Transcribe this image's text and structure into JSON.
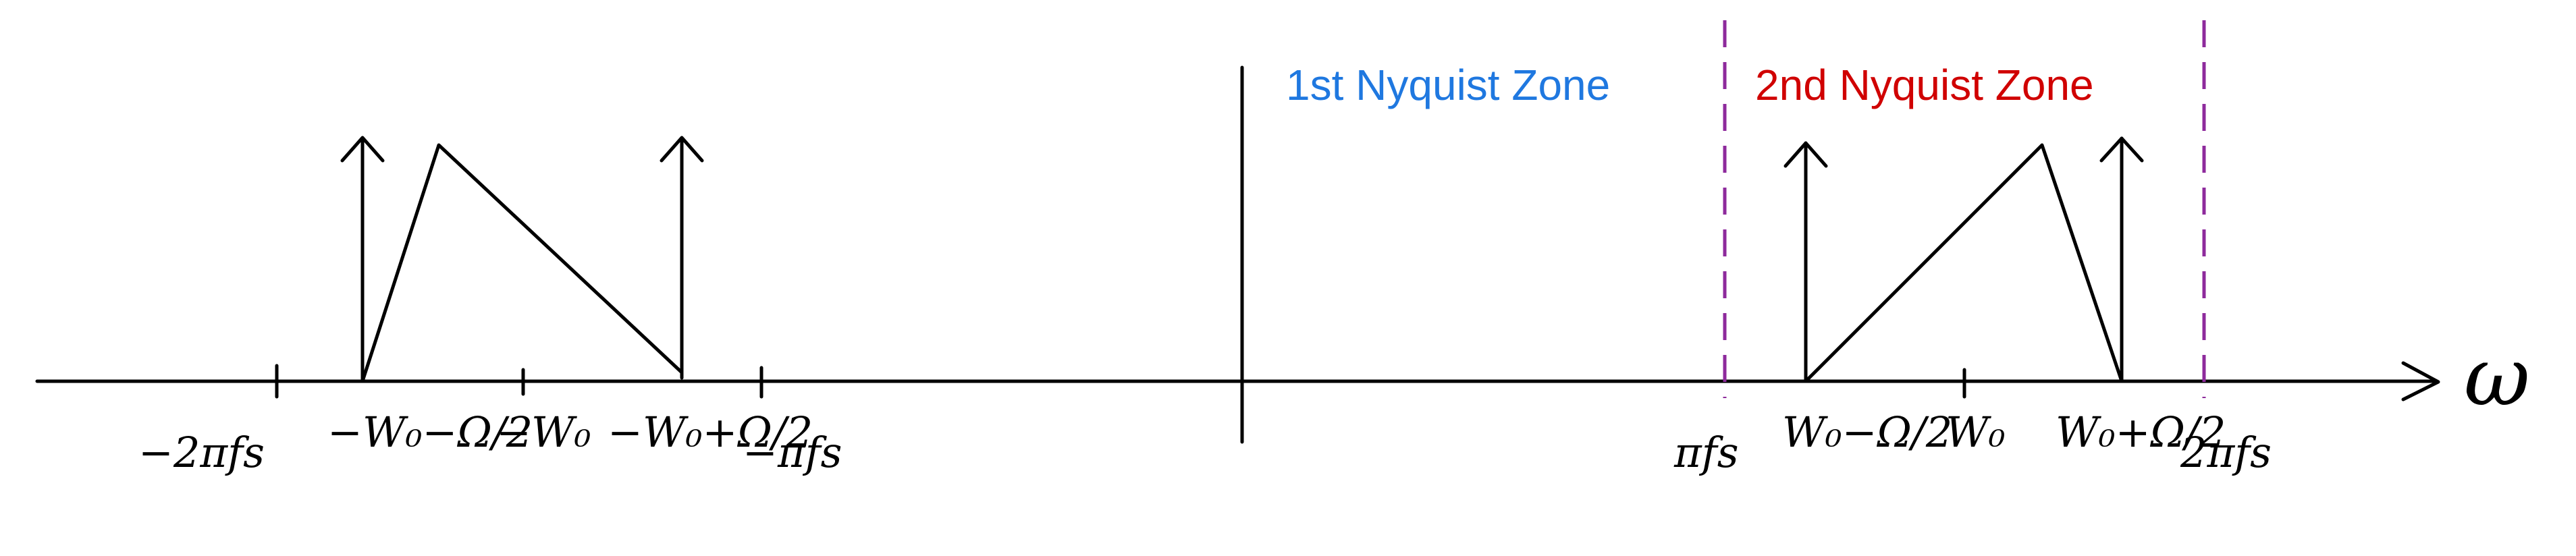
{
  "zones": {
    "zone1_label": "1st Nyquist Zone",
    "zone2_label": "2nd Nyquist Zone",
    "zone1_color": "#1f78e0",
    "zone2_color": "#d00000",
    "boundary_color": "#8e2a9c"
  },
  "axis": {
    "variable_label": "ω"
  },
  "ticks": {
    "neg_2pi_fs": "−2πfs",
    "neg_w0_minus_half_omega": "−W₀−Ω/2",
    "neg_w0": "−W₀",
    "neg_w0_plus_half_omega": "−W₀+Ω/2",
    "neg_pi_fs": "−πfs",
    "pi_fs": "πfs",
    "w0_minus_half_omega": "W₀−Ω/2",
    "w0": "W₀",
    "w0_plus_half_omega": "W₀+Ω/2",
    "two_pi_fs": "2πfs"
  }
}
